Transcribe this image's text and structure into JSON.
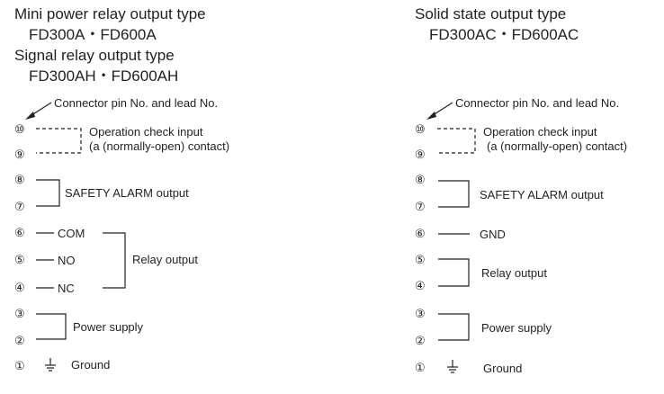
{
  "left": {
    "title_lines": [
      "Mini power relay output type",
      "FD300A・FD600A",
      "Signal relay output type",
      "FD300AH・FD600AH"
    ],
    "connector_note": "Connector pin No. and lead No.",
    "pins": [
      "⑩",
      "⑨",
      "⑧",
      "⑦",
      "⑥",
      "⑤",
      "④",
      "③",
      "②",
      "①"
    ],
    "op_check_line1": "Operation check input",
    "op_check_line2": "(a (normally-open) contact)",
    "safety_alarm": "SAFETY ALARM output",
    "com": "COM",
    "no": "NO",
    "nc": "NC",
    "relay_output": "Relay output",
    "power_supply": "Power supply",
    "ground": "Ground"
  },
  "right": {
    "title_lines": [
      "Solid state output type",
      "FD300AC・FD600AC"
    ],
    "connector_note": "Connector pin No. and lead No.",
    "pins": [
      "⑩",
      "⑨",
      "⑧",
      "⑦",
      "⑥",
      "⑤",
      "④",
      "③",
      "②",
      "①"
    ],
    "op_check_line1": "Operation check input",
    "op_check_line2": "(a (normally-open) contact)",
    "safety_alarm": "SAFETY ALARM output",
    "gnd": "GND",
    "relay_output": "Relay output",
    "power_supply": "Power supply",
    "ground": "Ground"
  }
}
